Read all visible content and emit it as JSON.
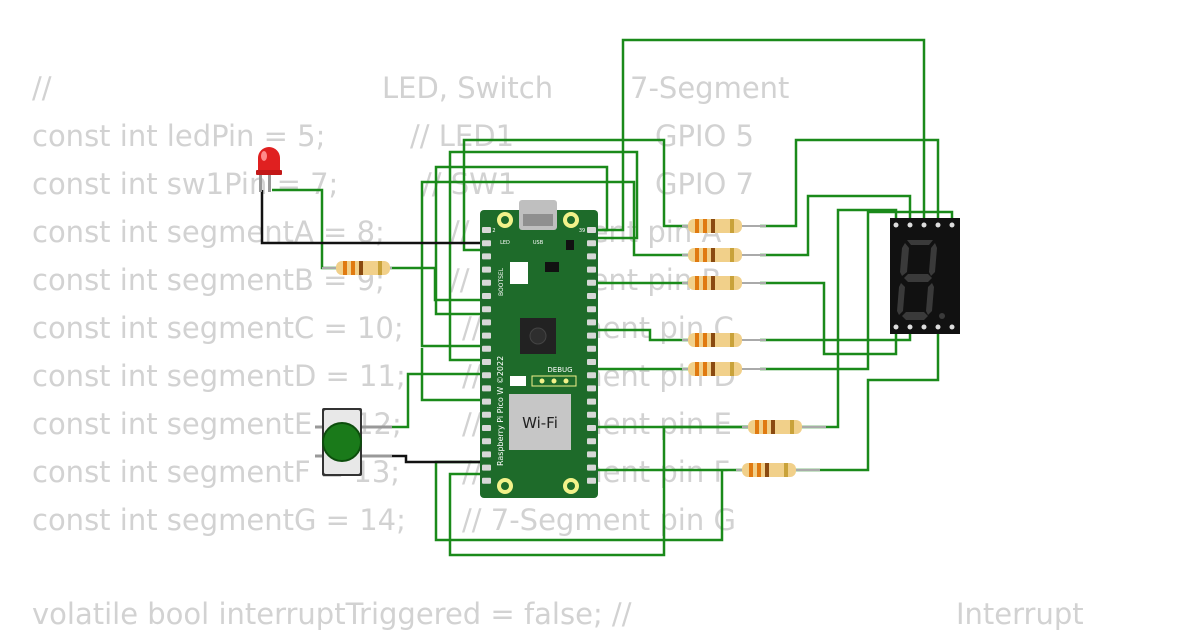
{
  "code": {
    "lines": [
      "//",
      "const int ledPin = 5;",
      "const int sw1Pin = 7;",
      "const int segmentA = 8;",
      "const int segmentB = 9;",
      "const int segmentC = 10;",
      "const int segmentD = 11;",
      "const int segmentE = 12;",
      "const int segmentF = 13;",
      "const int segmentG = 14;",
      "volatile bool interruptTriggered = false; //"
    ],
    "header_right_1": "LED, Switch",
    "header_right_2": "7-Segment",
    "comment_1": "// LED1",
    "gpio_1": "GPIO 5",
    "comment_2": "// SW1",
    "gpio_2": "GPIO 7",
    "seg_comments": [
      "// 7-Segment pin A",
      "// 7-Segment pin B",
      "// 7-Segment pin C",
      "// 7-Segment pin D",
      "// 7-Segment pin E",
      "// 7-Segment pin F",
      "// 7-Segment pin G"
    ],
    "interrupt_label": "Interrupt"
  },
  "board": {
    "name": "Raspberry Pi Pico W ©2022",
    "wifi_label": "Wi-Fi",
    "debug_label": "DEBUG",
    "led_label": "LED",
    "usb_label": "USB",
    "bootsel_label": "BOOTSEL",
    "pin_tl": "2",
    "pin_tr": "39"
  },
  "colors": {
    "wire": "#1a8a1a",
    "black_wire": "#111111",
    "board": "#1e6b2a",
    "led": "#e02020",
    "button": "#1a7a1a",
    "display": "#111111"
  }
}
